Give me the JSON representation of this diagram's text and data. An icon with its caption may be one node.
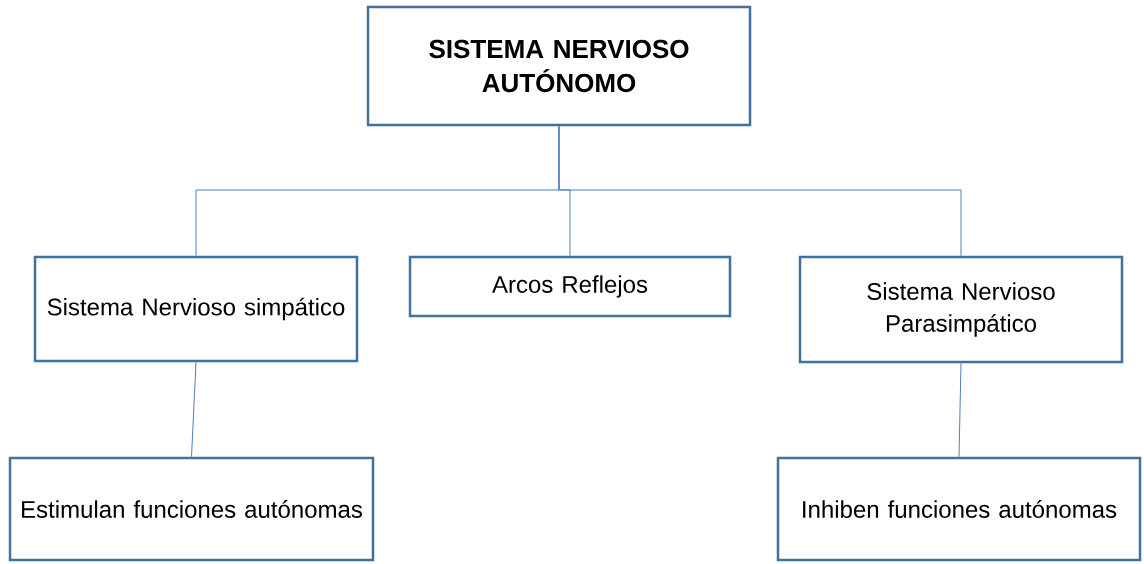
{
  "diagram": {
    "nodes": [
      {
        "text": [
          "SISTEMA NERVIOSO AUTÓNOMO"
        ]
      },
      {
        "text": [
          "Sistema Nervioso simpático"
        ]
      },
      {
        "text": [
          "Arcos Reflejos"
        ]
      },
      {
        "text": [
          "Sistema Nervioso Parasimpático"
        ]
      },
      {
        "text": [
          "Estimulan funciones autónomas"
        ]
      },
      {
        "text": [
          "Inhiben funciones autónomas"
        ]
      }
    ],
    "edges": [
      {
        "from": 0,
        "to": 1,
        "arrow": "none"
      },
      {
        "from": 0,
        "to": 2,
        "arrow": "none"
      },
      {
        "from": 0,
        "to": 3,
        "arrow": "none"
      },
      {
        "from": 1,
        "to": 4,
        "arrow": "none"
      },
      {
        "from": 3,
        "to": 5,
        "arrow": "none"
      }
    ]
  }
}
